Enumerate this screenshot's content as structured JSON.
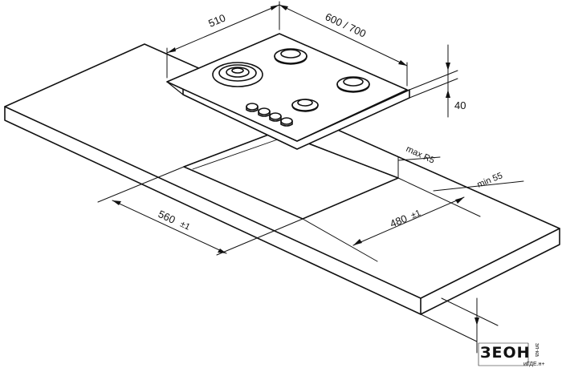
{
  "dimensions": {
    "hob_depth": "510",
    "hob_width": "600 / 700",
    "hob_height": "40",
    "corner_radius": "max R5",
    "edge_distance": "min 55",
    "cutout_width": "560",
    "cutout_width_tol": "±1",
    "cutout_depth": "480",
    "cutout_depth_tol": "±1"
  },
  "brand": {
    "logo": "ЗЕОН",
    "sub_vertical": "эл-ка",
    "sub_horizontal": "иГДЕ.н+"
  },
  "colors": {
    "line": "#111111",
    "background": "#ffffff"
  }
}
